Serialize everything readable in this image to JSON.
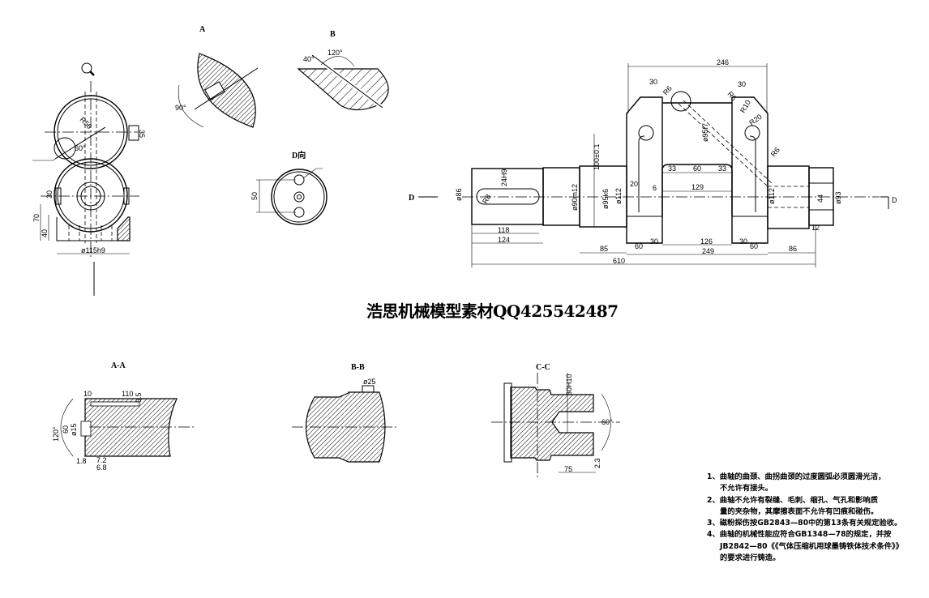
{
  "watermark_title": "浩思机械模型素材QQ425542487",
  "views": {
    "view_a": "A",
    "view_b": "B",
    "view_d": "D向",
    "section_aa": "A-A",
    "section_bb": "B-B",
    "section_cc": "C-C",
    "arrow_d_left": "D",
    "arrow_d_right": "D"
  },
  "dimensions": {
    "front": {
      "r56": "R56",
      "ang60": "60°",
      "d35": "35",
      "d30": "30",
      "d70": "70",
      "d40": "40",
      "dia115": "ø115h9"
    },
    "view_a": {
      "ang90": "90°"
    },
    "view_b": {
      "ang40": "40°",
      "ang120": "120°"
    },
    "view_d": {
      "d50": "50"
    },
    "main": {
      "d246": "246",
      "d30l": "30",
      "d30r": "30",
      "r6a": "R6",
      "r6b": "R6",
      "r6c": "R6",
      "r10": "R10",
      "r20": "R20",
      "dia95f7": "ø95f7",
      "dia86": "ø86",
      "h24": "24H9",
      "r8": "R8",
      "dia90": "ø90m12",
      "d100": "100±0.1",
      "dia95k6": "ø95k6",
      "dia112l": "ø112",
      "dia112r": "ø112",
      "d20": "20",
      "d6": "6",
      "d33a": "33",
      "d60m": "60",
      "d33b": "33",
      "d129": "129",
      "d118": "118",
      "d124": "124",
      "d85": "85",
      "d60a": "60",
      "d30a": "30",
      "d126": "126",
      "d249": "249",
      "d30b": "30",
      "d60b": "60",
      "d86": "86",
      "d12": "12",
      "d44": "44",
      "dia93": "ø93",
      "d610": "610"
    },
    "section_aa": {
      "d10": "10",
      "d110": "110",
      "d65": "6.5",
      "ang120": "120°",
      "d60": "60",
      "dia15": "ø15",
      "d18": "1.8",
      "d72": "7.2",
      "d68": "6.8"
    },
    "section_bb": {
      "dia25": "ø25"
    },
    "section_cc": {
      "d30h10": "30H10",
      "ang60": "60°",
      "d75": "75",
      "d23": "2.3"
    }
  },
  "notes": [
    "1、曲轴的曲颈、曲拐曲颈的过度圆弧必须圆滑光洁，",
    "不允许有接头。",
    "2、曲轴不允许有裂缝、毛刺、缩孔、气孔和影响质",
    "量的夹杂物，其摩擦表面不允许有凹痕和碰伤。",
    "3、磁粉探伤按GB2843—80中的第13条有关规定验收。",
    "4、曲轴的机械性能应符合GB1348—78的规定，并按",
    "JB2842—80《《气体压缩机用球墨铸铁体技术条件》》",
    "的要求进行铸造。"
  ]
}
